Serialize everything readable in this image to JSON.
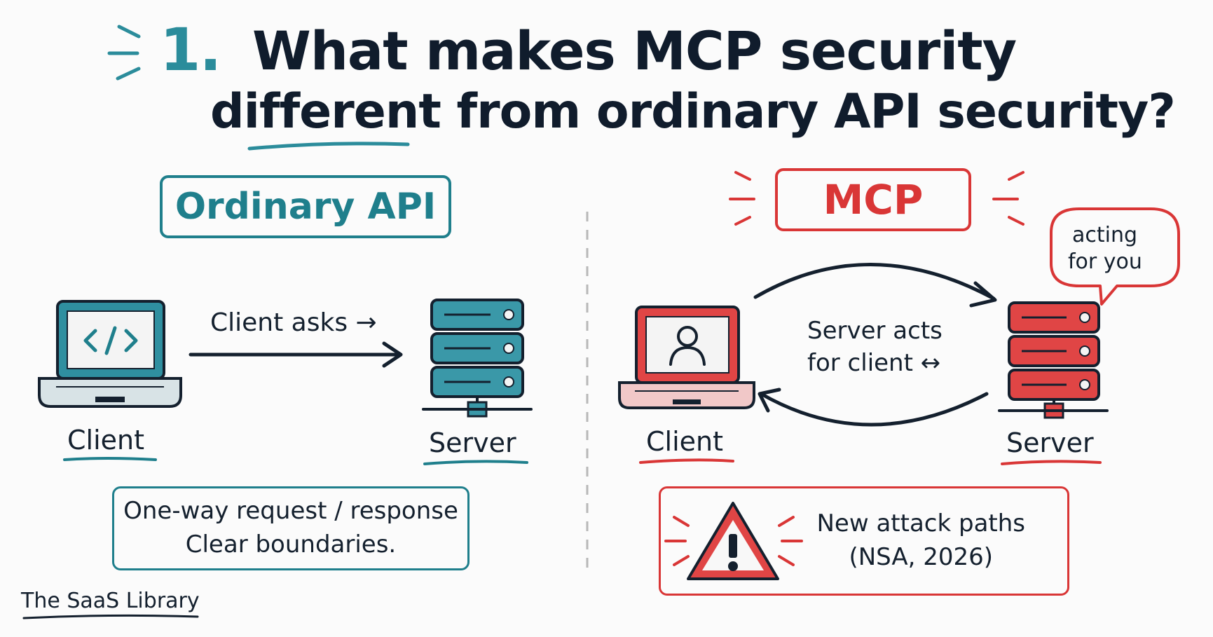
{
  "header": {
    "number": "1.",
    "title_line1": "What makes MCP security",
    "title_line2": "different from ordinary API security?"
  },
  "left_panel": {
    "badge": "Ordinary API",
    "client_label": "Client",
    "server_label": "Server",
    "arrow_label": "Client asks →",
    "summary_line1": "One-way request / response",
    "summary_line2": "Clear boundaries.",
    "color": "#1f7f8c"
  },
  "right_panel": {
    "badge": "MCP",
    "client_label": "Client",
    "server_label": "Server",
    "arrow_label_line1": "Server acts",
    "arrow_label_line2": "for client ↔",
    "speech_line1": "acting",
    "speech_line2": "for you",
    "warning_line1": "New attack paths",
    "warning_line2": "(NSA, 2026)",
    "color": "#d93636"
  },
  "footer": {
    "brand": "The SaaS Library"
  },
  "icons": [
    "code-icon",
    "user-icon",
    "server-icon",
    "laptop-icon",
    "warning-icon"
  ]
}
